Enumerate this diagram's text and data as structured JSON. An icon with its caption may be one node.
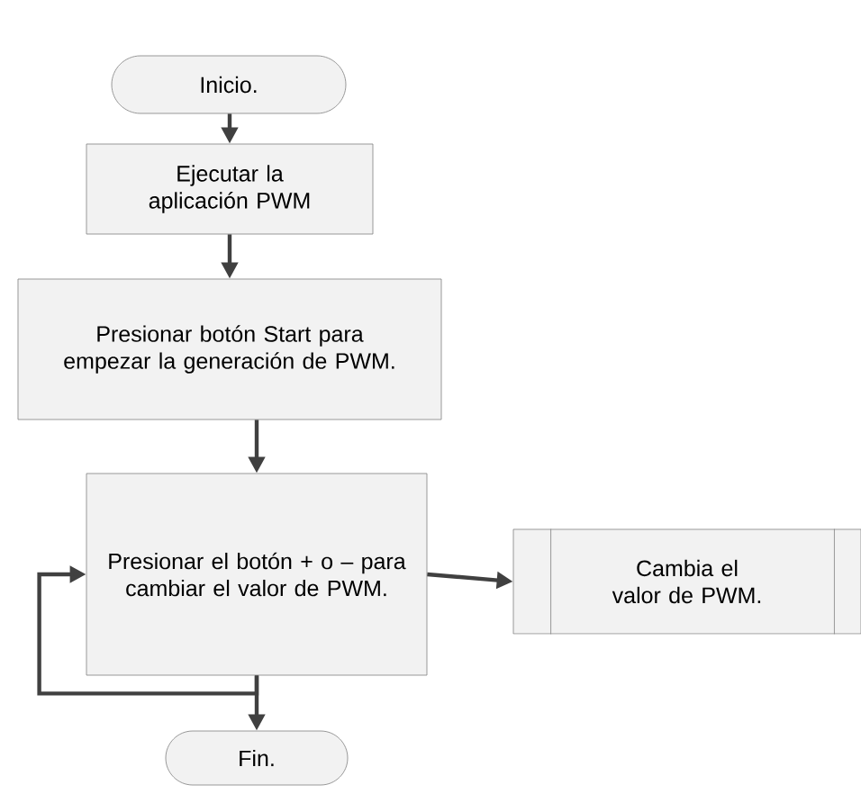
{
  "diagram": {
    "nodes": [
      {
        "text": [
          "Inicio."
        ]
      },
      {
        "text": [
          "Ejecutar la aplicación PWM"
        ]
      },
      {
        "text": [
          "Presionar botón Start para empezar la generación de PWM."
        ]
      },
      {
        "text": [
          "Presionar el botón + o – para cambiar el valor de PWM."
        ]
      },
      {
        "text": [
          "Cambia el valor de PWM."
        ]
      },
      {
        "text": [
          "Fin."
        ]
      }
    ],
    "edges": [
      {
        "from": 0,
        "to": 1,
        "arrow": "to"
      },
      {
        "from": 1,
        "to": 2,
        "arrow": "to"
      },
      {
        "from": 2,
        "to": 3,
        "arrow": "to"
      },
      {
        "from": 3,
        "to": 4,
        "arrow": "to"
      },
      {
        "from": 3,
        "to": 3,
        "arrow": "to"
      },
      {
        "from": 3,
        "to": 5,
        "arrow": "to"
      }
    ]
  }
}
